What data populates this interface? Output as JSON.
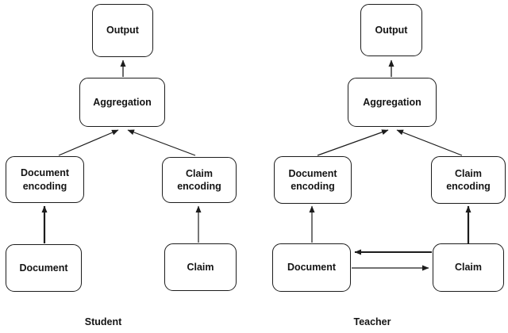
{
  "figure": {
    "background": "#ffffff",
    "line_color": "#1c1c1c",
    "panels": {
      "student": {
        "caption": "Student",
        "nodes": {
          "output": "Output",
          "aggregation": "Aggregation",
          "document_encoding": "Document encoding",
          "claim_encoding": "Claim encoding",
          "document": "Document",
          "claim": "Claim"
        },
        "edges": [
          {
            "from": "Aggregation",
            "to": "Output",
            "weight": "thin"
          },
          {
            "from": "Document encoding",
            "to": "Aggregation",
            "weight": "thin"
          },
          {
            "from": "Claim encoding",
            "to": "Aggregation",
            "weight": "thin"
          },
          {
            "from": "Document",
            "to": "Document encoding",
            "weight": "thick"
          },
          {
            "from": "Claim",
            "to": "Claim encoding",
            "weight": "thin"
          }
        ]
      },
      "teacher": {
        "caption": "Teacher",
        "nodes": {
          "output": "Output",
          "aggregation": "Aggregation",
          "document_encoding": "Document encoding",
          "claim_encoding": "Claim encoding",
          "document": "Document",
          "claim": "Claim"
        },
        "edges": [
          {
            "from": "Aggregation",
            "to": "Output",
            "weight": "thin"
          },
          {
            "from": "Document encoding",
            "to": "Aggregation",
            "weight": "thin"
          },
          {
            "from": "Claim encoding",
            "to": "Aggregation",
            "weight": "thin"
          },
          {
            "from": "Document",
            "to": "Document encoding",
            "weight": "thin"
          },
          {
            "from": "Claim",
            "to": "Claim encoding",
            "weight": "thick"
          },
          {
            "from": "Claim",
            "to": "Document",
            "weight": "thick"
          },
          {
            "from": "Document",
            "to": "Claim",
            "weight": "thin"
          }
        ]
      }
    }
  }
}
